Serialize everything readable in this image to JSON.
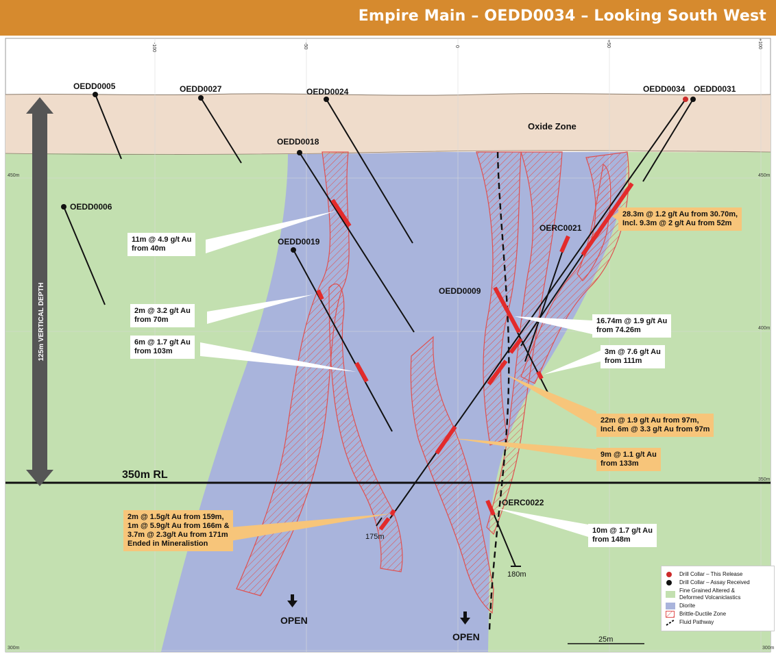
{
  "title": "Empire Main – OEDD0034 – Looking South West",
  "x_ticks": [
    "-100",
    "-50",
    "0",
    "+50",
    "+100"
  ],
  "rl_labels": [
    "450m",
    "400m",
    "350m",
    "300m"
  ],
  "vertical_depth": "125m VERTICAL DEPTH",
  "rl_line": "350m RL",
  "oxide_zone": "Oxide Zone",
  "drillholes": {
    "oedd0005": "OEDD0005",
    "oedd0027": "OEDD0027",
    "oedd0024": "OEDD0024",
    "oedd0018": "OEDD0018",
    "oedd0006": "OEDD0006",
    "oedd0019": "OEDD0019",
    "oedd0009": "OEDD0009",
    "oerc0021": "OERC0021",
    "oedd0034": "OEDD0034",
    "oedd0031": "OEDD0031",
    "oerc0022": "OERC0022"
  },
  "depths": {
    "d175": "175m",
    "d180": "180m"
  },
  "open_labels": [
    "OPEN",
    "OPEN"
  ],
  "intercepts": {
    "i1": "11m @ 4.9 g/t Au\nfrom 40m",
    "i2": "2m @ 3.2 g/t Au\nfrom 70m",
    "i3": "6m @ 1.7 g/t Au\nfrom 103m",
    "i4": "28.3m @ 1.2 g/t Au from 30.70m,\nIncl. 9.3m @ 2 g/t Au from 52m",
    "i5": "16.74m @ 1.9 g/t Au\nfrom 74.26m",
    "i6": "3m @ 7.6 g/t Au\nfrom 111m",
    "i7": "22m @ 1.9 g/t Au from 97m,\nIncl. 6m @ 3.3 g/t Au from 97m",
    "i8": "9m @ 1.1 g/t Au\nfrom 133m",
    "i9": "2m @ 1.5g/t Au from 159m,\n1m @ 5.9g/t Au from 166m &\n3.7m @ 2.3g/t Au from 171m\nEnded in Mineralistion",
    "i10": "10m @ 1.7 g/t Au\nfrom 148m"
  },
  "scale_bar": "25m",
  "legend": {
    "collar_release": "Drill Collar – This Release",
    "collar_received": "Drill Collar – Assay Received",
    "fine_grained": "Fine Grained Altered &\nDeformed Volcaniclastics",
    "diorite": "Diorite",
    "brittle": "Brittle-Ductile Zone",
    "fluid": "Fluid Pathway"
  },
  "colors": {
    "header": "#d68a2e",
    "oxide": "#efdccb",
    "volcaniclastics": "#c3e0b0",
    "diorite": "#a9b4dc",
    "brittle": "#e25a5a",
    "intercept": "#e32b2b",
    "collar_release": "#cc2a2a",
    "callout_orange": "#f7c57a"
  }
}
